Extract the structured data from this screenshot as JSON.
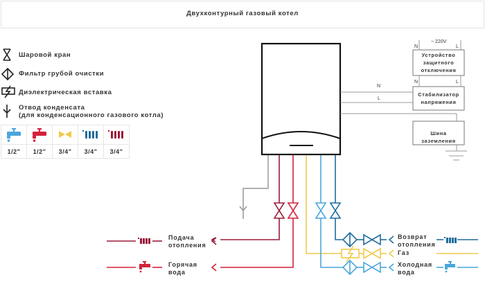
{
  "header": {
    "title": "Двухконтурный газовый котел"
  },
  "legend": [
    {
      "icon": "ball-valve-icon",
      "label": "Шаровой кран"
    },
    {
      "icon": "coarse-filter-icon",
      "label": "Фильтр грубой очистки"
    },
    {
      "icon": "dielectric-insert-icon",
      "label": "Диэлектрическая вставка"
    },
    {
      "icon": "condensate-drain-icon",
      "label": "Отвод конденсата",
      "label2": "(для конденсационного газового котла)"
    }
  ],
  "sizes_table": [
    {
      "icon": "cold-water-tap-icon",
      "value": "1/2\""
    },
    {
      "icon": "hot-water-tap-icon",
      "value": "1/2\""
    },
    {
      "icon": "gas-valve-icon",
      "value": "3/4\""
    },
    {
      "icon": "heating-return-radiator-icon",
      "value": "3/4\""
    },
    {
      "icon": "heating-supply-radiator-icon",
      "value": "3/4\""
    }
  ],
  "electrical": {
    "supply": "~ 220V",
    "n": "N",
    "l": "L",
    "rcd": [
      "Устройство",
      "защитного",
      "отключения"
    ],
    "stabilizer": [
      "Стабилизатор",
      "напряжения"
    ],
    "ground_bus": "Шина заземления"
  },
  "outputs": {
    "heating_supply": [
      "Подача",
      "отопления"
    ],
    "hot_water": [
      "Горячая",
      "вода"
    ],
    "heating_return": [
      "Возврат",
      "отопления"
    ],
    "gas": [
      "Газ"
    ],
    "cold_water": [
      "Холодная",
      "вода"
    ]
  },
  "colors": {
    "dark_red": "#9b1b3a",
    "red": "#d4213d",
    "yellow": "#f2c84b",
    "light_blue": "#4aa6dc",
    "dark_blue": "#1f6c9e",
    "gray": "#999999"
  }
}
